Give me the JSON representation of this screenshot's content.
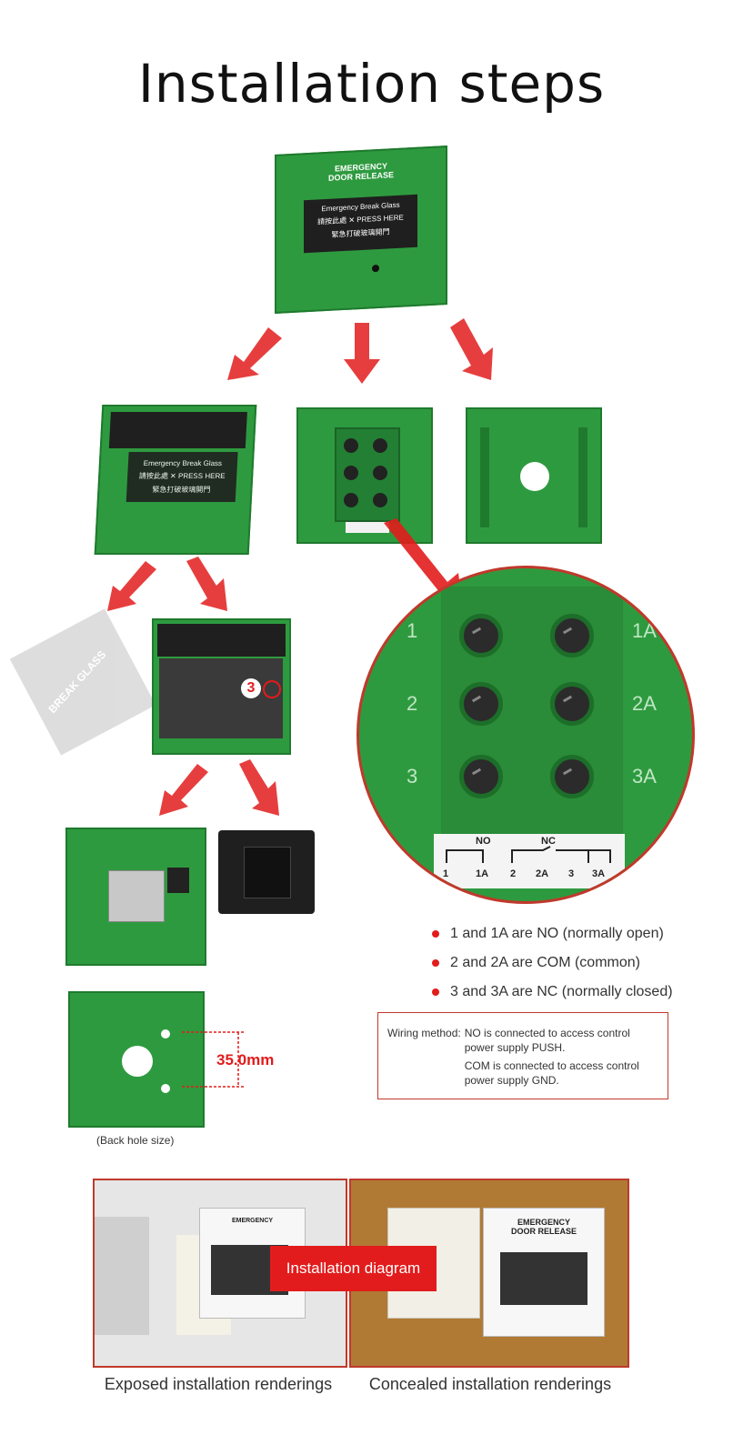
{
  "title": "Installation steps",
  "device": {
    "label_line1": "EMERGENCY",
    "label_line2": "DOOR RELEASE",
    "glass_line1": "Emergency Break Glass",
    "glass_cn1": "請按此處",
    "glass_press": "PRESS HERE",
    "glass_cn2": "緊急打破玻璃開門",
    "break_glass_card": "BREAK GLASS"
  },
  "step_marker": "3",
  "terminals": {
    "left": [
      "1",
      "2",
      "3"
    ],
    "right": [
      "1A",
      "2A",
      "3A"
    ],
    "schematic_no": "NO",
    "schematic_nc": "NC",
    "schematic_labels": [
      "1",
      "1A",
      "2",
      "2A",
      "3",
      "3A"
    ]
  },
  "bullets": [
    "1 and 1A are NO (normally open)",
    "2 and 2A are COM (common)",
    "3 and 3A are NC (normally closed)"
  ],
  "wiring": {
    "label": "Wiring method:",
    "line1": "NO is connected to access control",
    "line2": "power supply PUSH.",
    "line3": "COM is connected to access control",
    "line4": "power supply GND."
  },
  "hole_size": "35.0mm",
  "back_hole_caption": "(Back hole size)",
  "install_badge": "Installation diagram",
  "captions": {
    "exposed": "Exposed installation renderings",
    "concealed": "Concealed installation renderings"
  },
  "colors": {
    "accent": "#e21c1c",
    "device_green": "#2e9a3f",
    "frame_red": "#c0392b"
  }
}
